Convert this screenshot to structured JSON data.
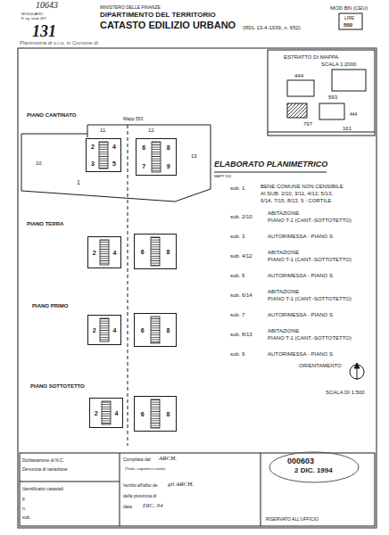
{
  "diagram": {
    "nodes": [
      {
        "text": [
          "2",
          "4",
          "3",
          "5"
        ]
      },
      {
        "text": [
          "6",
          "8",
          "7",
          "9"
        ]
      },
      {
        "text": [
          "2",
          "4"
        ]
      },
      {
        "text": [
          "6",
          "8"
        ]
      },
      {
        "text": [
          "2",
          "4"
        ]
      },
      {
        "text": [
          "6",
          "8"
        ]
      },
      {
        "text": [
          "2",
          "4"
        ]
      },
      {
        "text": [
          "6",
          "8"
        ]
      }
    ],
    "labels": [
      "10643",
      "MODULARIO",
      "F. rig. rend. 497",
      "131",
      "MINISTERO DELLE FINANZE",
      "DIPARTIMENTO DEL TERRITORIO",
      "CATASTO EDILIZIO URBANO",
      "(RDL 13-4-1939, n. 652)",
      "MOD BN (CEU)",
      "LIRE",
      "500",
      "Planimetria di u.i.u. in Comune di",
      "ESTRATTO DI MAPPA",
      "SCALA 1:2000",
      "444",
      "593",
      "444",
      "797",
      "161",
      "PIANO CANTINATO",
      "Mapp 553",
      "11",
      "12",
      "10",
      "13",
      "1",
      "ELABORATO PLANIMETRICO",
      "MAPP 553",
      "sub. 1",
      "BENE COMUNE NON CENSIBILE",
      "AI SUB. 2/10, 3/11, 4/12, 5/13,",
      "6/14, 7/15, 8/13, 9 : CORTILE",
      "sub. 2/10",
      "ABITAZIONE",
      "PIANO T-1 (CANT.-SOTTOTETTO)",
      "sub. 3",
      "AUTORIMESSA - PIANO S",
      "sub. 4/12",
      "ABITAZIONE",
      "PIANO T-1 (CANT.-SOTTOTETTO)",
      "sub. 5",
      "AUTORIMESSA - PIANO S",
      "sub. 6/14",
      "ABITAZIONE",
      "PIANO T-1 (CANT.-SOTTOTETTO)",
      "sub. 7",
      "AUTORIMESSA - PIANO S",
      "sub. 8/13",
      "ABITAZIONE",
      "PIANO T-1 (CANT.-SOTTOTETTO)",
      "sub. 9",
      "AUTORIMESSA - PIANO S",
      "ORIENTAMENTO",
      "SCALA DI 1:500",
      "PIANO TERRA",
      "PIANO PRIMO",
      "PIANO SOTTOTETTO",
      "Dichiarazione di N.C.",
      "Denuncia di variazione",
      "Identificativi catastali",
      "F.",
      "n.",
      "sub.",
      "Compilata dal",
      "ARCH.",
      "(Titolo, cognome e nome)",
      "Iscritto all'albo de",
      "gli ARCH.",
      "della provincia di",
      "data",
      "DIC. 94",
      "000603",
      "2 DIC. 1994",
      "RISERVATO ALL'UFFICIO"
    ]
  }
}
